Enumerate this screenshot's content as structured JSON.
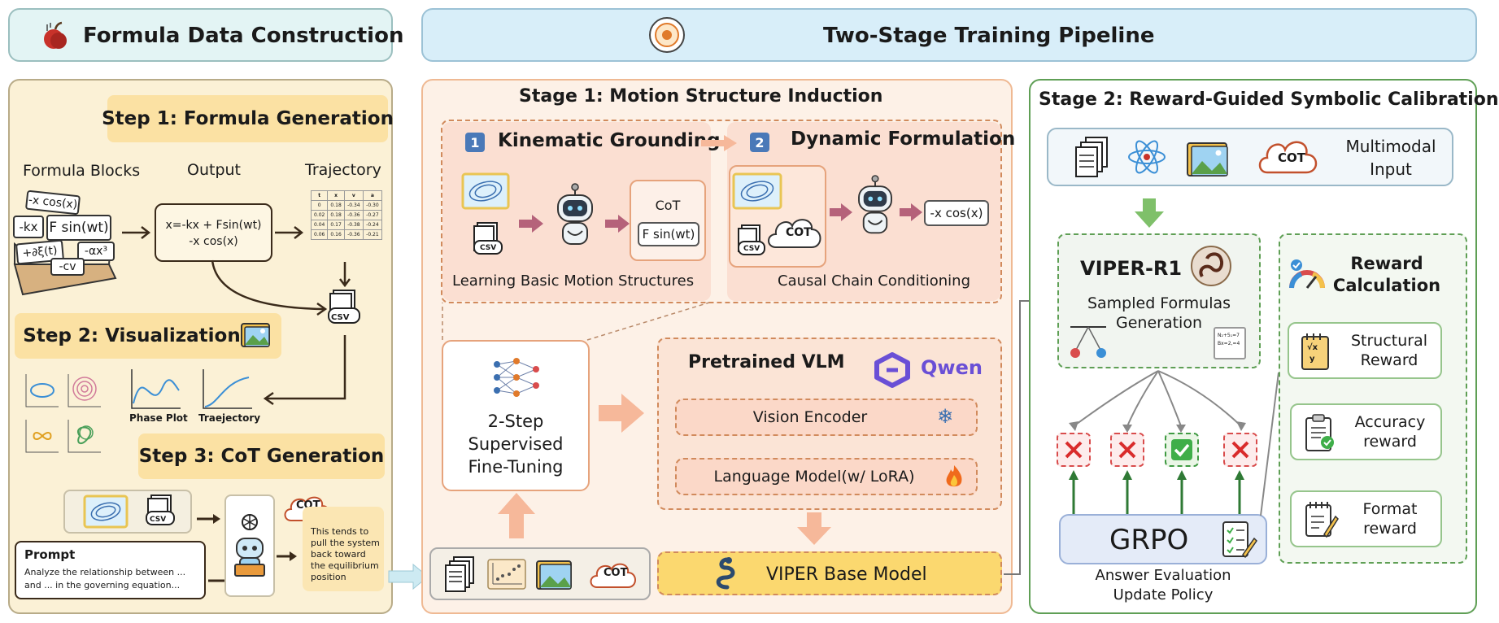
{
  "headers": {
    "left_title": "Formula Data Construction",
    "right_title": "Two-Stage Training Pipeline"
  },
  "left": {
    "step1": "Step 1:   Formula Generation",
    "step2": "Step 2:   Visualization",
    "step3": "Step 3:   CoT Generation",
    "col_formula_blocks": "Formula Blocks",
    "col_output": "Output",
    "col_trajectory": "Trajectory",
    "blocks": [
      "-x cos(x)",
      "-kx",
      "F sin(wt)",
      "+∂ξ(t)",
      "-αx³",
      "-cv"
    ],
    "output_line1": "x=-kx + Fsin(wt)",
    "output_line2": "-x cos(x)",
    "table_rows": [
      [
        "t",
        "x",
        "v",
        "a"
      ],
      [
        "0",
        "0.18",
        "-0.34",
        "-0.30"
      ],
      [
        "0.02",
        "0.18",
        "-0.36",
        "-0.27"
      ],
      [
        "0.04",
        "0.17",
        "-0.38",
        "-0.24"
      ],
      [
        "0.06",
        "0.16",
        "-0.36",
        "-0.21"
      ]
    ],
    "csv": "CSV",
    "phase_plot": "Phase Plot",
    "trajectory_plot": "Traejectory",
    "prompt_title": "Prompt",
    "prompt_line1": "Analyze the relationship between ...",
    "prompt_line2": "and ... in the governing equation...",
    "cot": "COT",
    "cot_text": [
      "This tends to",
      "pull the system",
      "back toward",
      "the equilibrium",
      "position"
    ]
  },
  "stage1": {
    "title": "Stage 1: Motion Structure Induction",
    "num1": "1",
    "kinematic": "Kinematic Grounding",
    "num2": "2",
    "dynamic": "Dynamic Formulation",
    "cot_label": "CoT",
    "fsin": "F sin(wt)",
    "xcos": "-x cos(x)",
    "learning": "Learning Basic Motion Structures",
    "causal": "Causal Chain Conditioning",
    "sft_line1": "2-Step",
    "sft_line2": "Supervised",
    "sft_line3": "Fine-Tuning",
    "pretrained": "Pretrained VLM",
    "qwen": "Qwen",
    "vision_encoder": "Vision Encoder",
    "language_model": "Language Model(w/ LoRA)",
    "viper_base": "VIPER Base Model",
    "csv": "CSV",
    "cot": "COT"
  },
  "stage2": {
    "title": "Stage 2: Reward-Guided Symbolic Calibration",
    "multimodal_line1": "Multimodal",
    "multimodal_line2": "Input",
    "cot": "COT",
    "viper_r1": "VIPER-R1",
    "sampled_line1": "Sampled Formulas",
    "sampled_line2": "Generation",
    "reward_line1": "Reward",
    "reward_line2": "Calculation",
    "structural_line1": "Structural",
    "structural_line2": "Reward",
    "accuracy_line1": "Accuracy",
    "accuracy_line2": "reward",
    "format_line1": "Format",
    "format_line2": "reward",
    "grpo": "GRPO",
    "answer_eval": "Answer Evaluation",
    "update_policy": "Update Policy",
    "mini_eq1": "N₂+5₁=7",
    "mini_eq2": "Bx=2,=4",
    "sqrt_top": "√x",
    "sqrt_bot": "y"
  },
  "colors": {
    "stage2_green": "#5f9f55",
    "stage1_orange": "#efb993",
    "arrow_pink": "#b5627a",
    "qwen_purple": "#6a4fd6",
    "viper_yellow": "#fbd86f"
  }
}
